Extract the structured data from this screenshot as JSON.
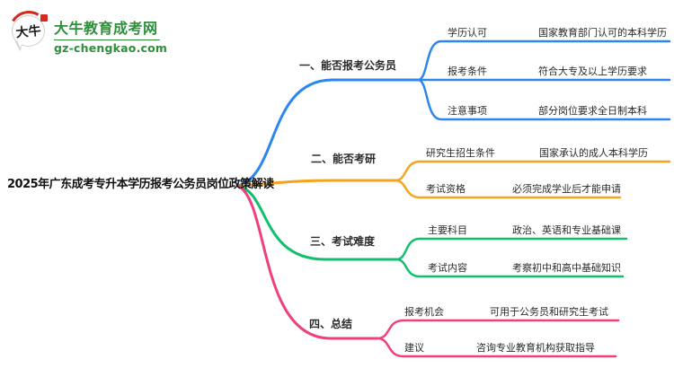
{
  "logo": {
    "site_name": "大牛教育成考网",
    "site_url": "gz-chengkao.com",
    "bubble_text": "大牛",
    "brand_color": "#2e8f3b",
    "seal_color": "#d5281e"
  },
  "title": "2025年广东成考专升本学历报考公务员岗位政策解读",
  "mindmap": {
    "branches": [
      {
        "label": "一、能否报考公务员",
        "color": "#2d86ec",
        "items": [
          {
            "label": "学历认可",
            "value": "国家教育部门认可的本科学历"
          },
          {
            "label": "报考条件",
            "value": "符合大专及以上学历要求"
          },
          {
            "label": "注意事项",
            "value": "部分岗位要求全日制本科"
          }
        ]
      },
      {
        "label": "二、能否考研",
        "color": "#f5a41d",
        "items": [
          {
            "label": "研究生招生条件",
            "value": "国家承认的成人本科学历"
          },
          {
            "label": "考试资格",
            "value": "必须完成学业后才能申请"
          }
        ]
      },
      {
        "label": "三、考试难度",
        "color": "#12bf6c",
        "items": [
          {
            "label": "主要科目",
            "value": "政治、英语和专业基础课"
          },
          {
            "label": "考试内容",
            "value": "考察初中和高中基础知识"
          }
        ]
      },
      {
        "label": "四、总结",
        "color": "#ef3f7e",
        "items": [
          {
            "label": "报考机会",
            "value": "可用于公务员和研究生考试"
          },
          {
            "label": "建议",
            "value": "咨询专业教育机构获取指导"
          }
        ]
      }
    ]
  }
}
